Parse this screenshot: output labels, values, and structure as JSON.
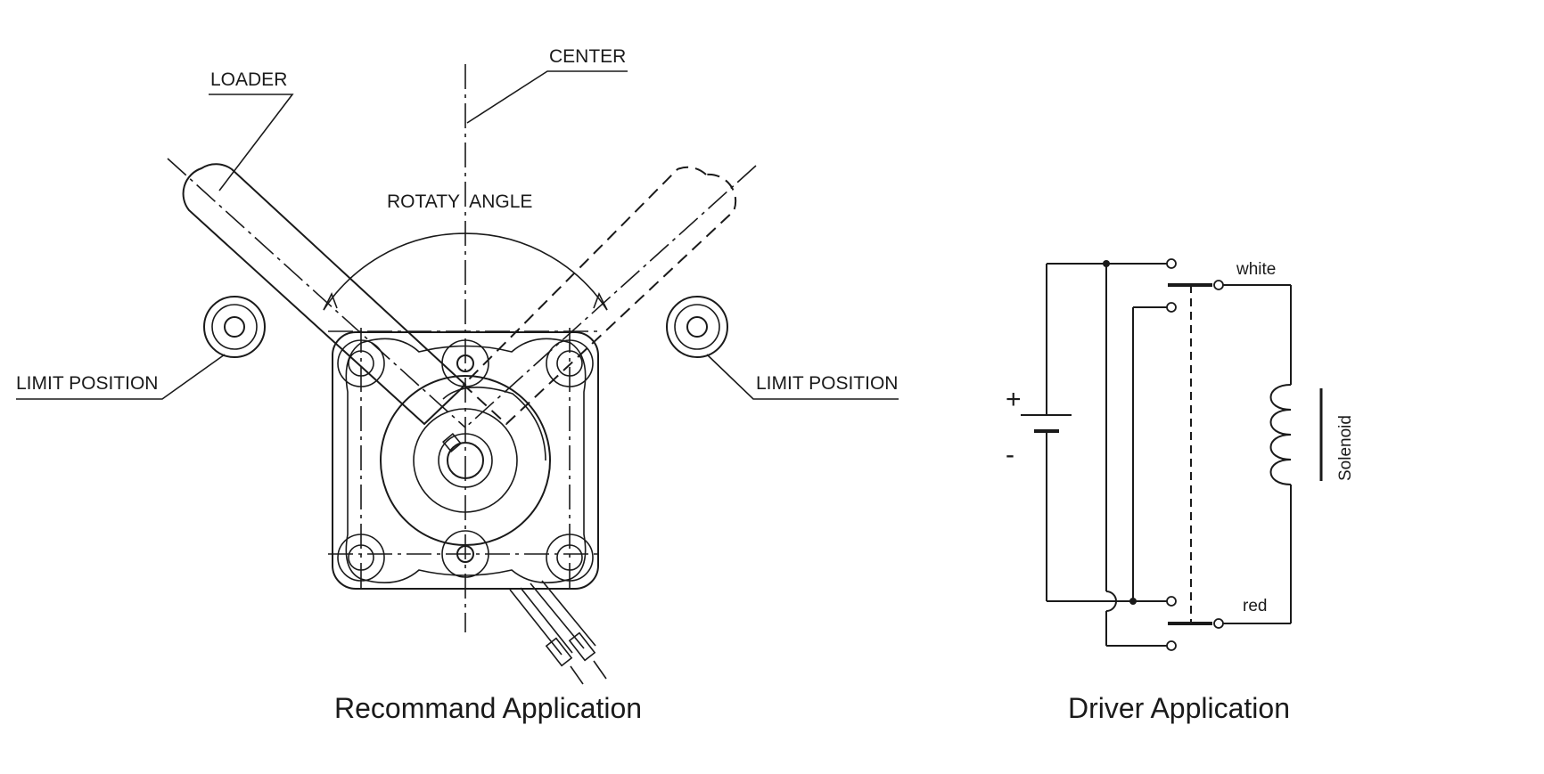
{
  "left_diagram": {
    "caption": "Recommand Application",
    "labels": {
      "loader": "LOADER",
      "center": "CENTER",
      "rotary_angle": "ROTATY  ANGLE",
      "limit_left": "LIMIT POSITION",
      "limit_right": "LIMIT POSITION"
    }
  },
  "right_diagram": {
    "caption": "Driver Application",
    "labels": {
      "plus": "+",
      "minus": "-",
      "white": "white",
      "red": "red",
      "solenoid": "Solenoid"
    }
  }
}
